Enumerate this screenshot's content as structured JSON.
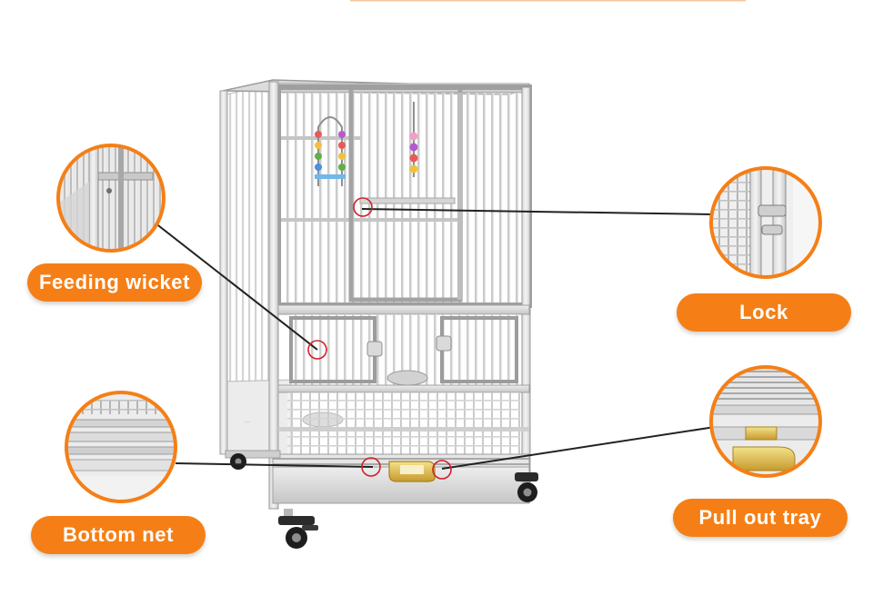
{
  "labels": {
    "feeding_wicket": "Feeding wicket",
    "lock": "Lock",
    "bottom_net": "Bottom net",
    "pull_out_tray": "Pull out tray"
  },
  "colors": {
    "accent_orange": "#f57f16",
    "label_text": "#ffffff",
    "leader_line": "#222222",
    "marker_red": "#d0202a",
    "steel_light": "#e4e4e4",
    "steel_dark": "#9a9a9a",
    "tray_handle": "#d8b84a"
  },
  "icons": {
    "toy_left": "beaded-swing-icon",
    "toy_right": "beaded-hanging-toy-icon"
  }
}
